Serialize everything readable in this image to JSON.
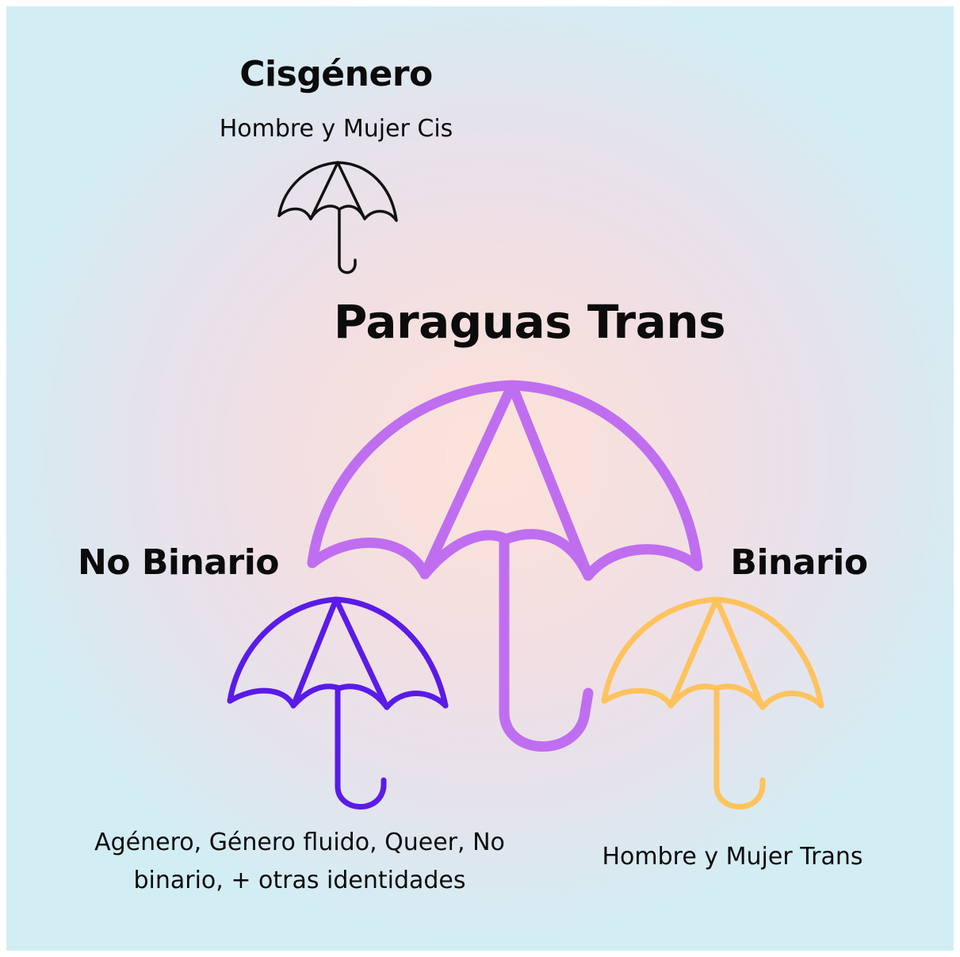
{
  "cis": {
    "title": "Cisgénero",
    "subtitle": "Hombre y Mujer Cis",
    "icon": "umbrella-icon",
    "color": "#111111"
  },
  "trans": {
    "title": "Paraguas Trans",
    "icon": "umbrella-icon",
    "color": "#c06ef0"
  },
  "no_binario": {
    "title": "No Binario",
    "subtitle_line1": "Agénero, Género fluido, Queer, No",
    "subtitle_line2": "binario, + otras identidades",
    "icon": "umbrella-icon",
    "color": "#5a1be8"
  },
  "binario": {
    "title": "Binario",
    "subtitle": "Hombre y Mujer Trans",
    "icon": "umbrella-icon",
    "color": "#ffc35e"
  }
}
